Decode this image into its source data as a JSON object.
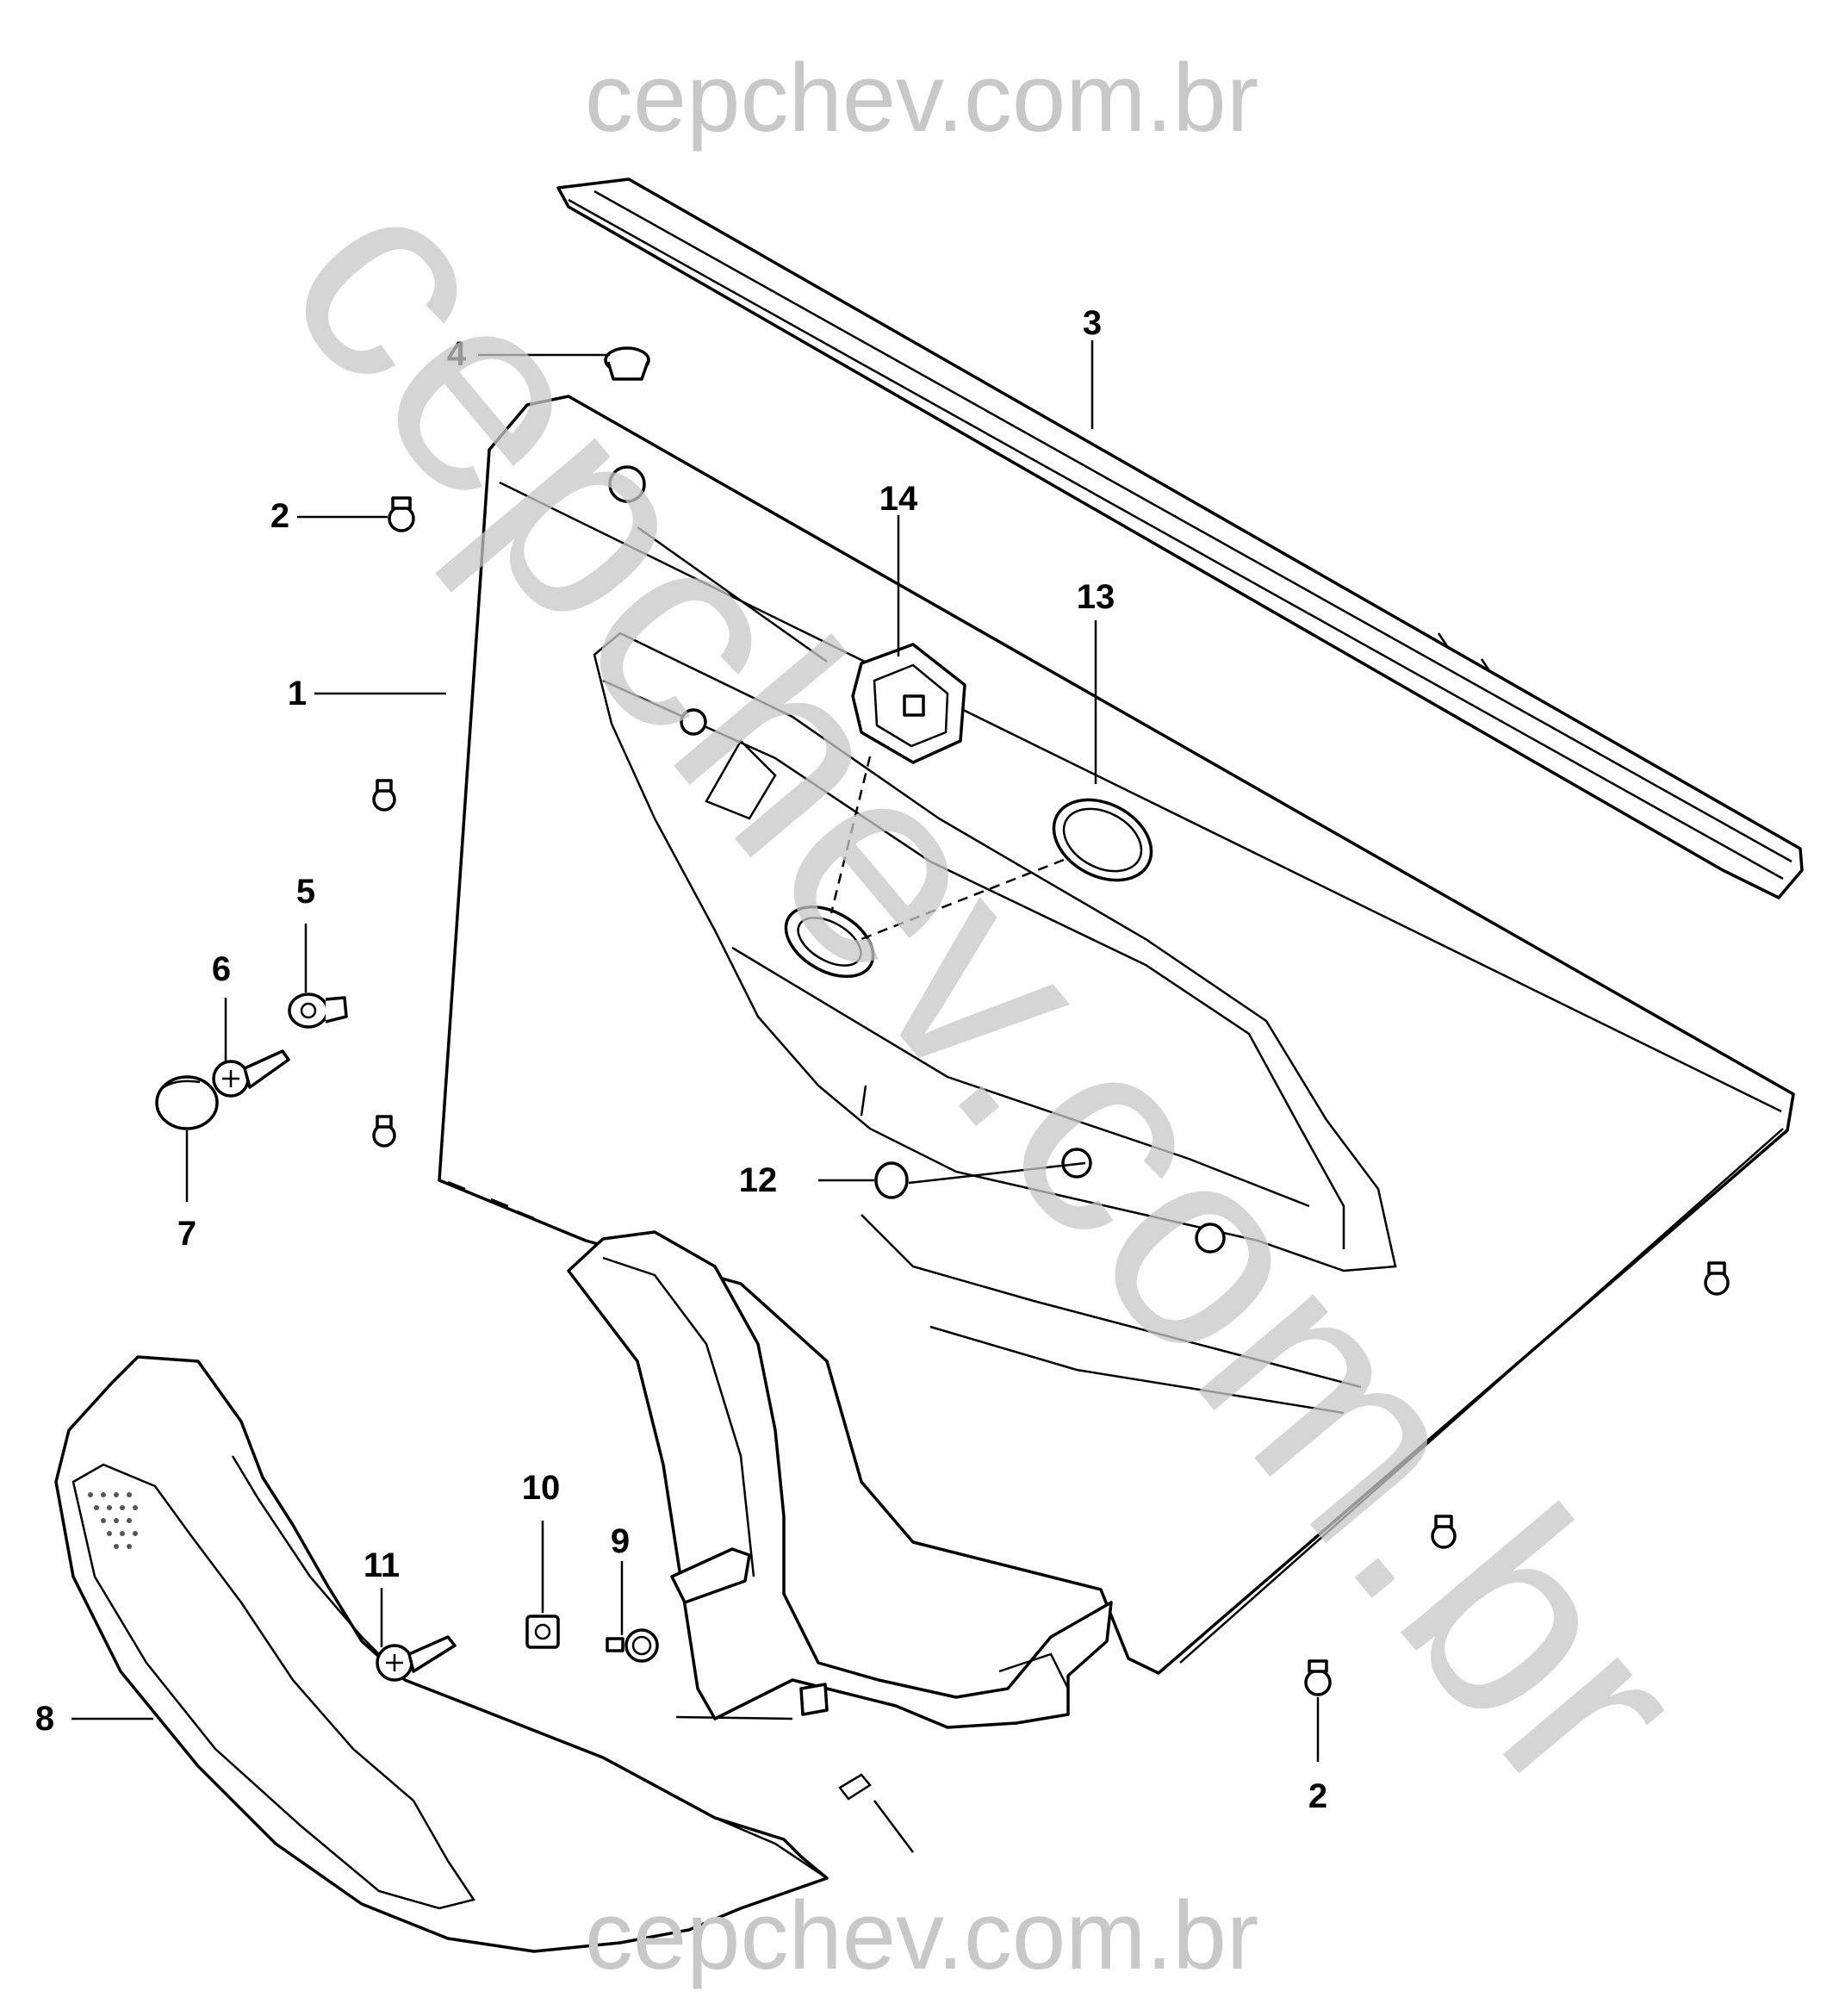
{
  "watermarks": {
    "top": "cepchev.com.br",
    "diagonal": "cepchev.com.br",
    "bottom": "cepchev.com.br"
  },
  "callouts": [
    {
      "id": "c1",
      "text": "1"
    },
    {
      "id": "c2a",
      "text": "2"
    },
    {
      "id": "c2b",
      "text": "2"
    },
    {
      "id": "c3",
      "text": "3"
    },
    {
      "id": "c4",
      "text": "4"
    },
    {
      "id": "c5",
      "text": "5"
    },
    {
      "id": "c6",
      "text": "6"
    },
    {
      "id": "c7",
      "text": "7"
    },
    {
      "id": "c8",
      "text": "8"
    },
    {
      "id": "c9",
      "text": "9"
    },
    {
      "id": "c10",
      "text": "10"
    },
    {
      "id": "c11",
      "text": "11"
    },
    {
      "id": "c12",
      "text": "12"
    },
    {
      "id": "c13",
      "text": "13"
    },
    {
      "id": "c14",
      "text": "14"
    }
  ]
}
